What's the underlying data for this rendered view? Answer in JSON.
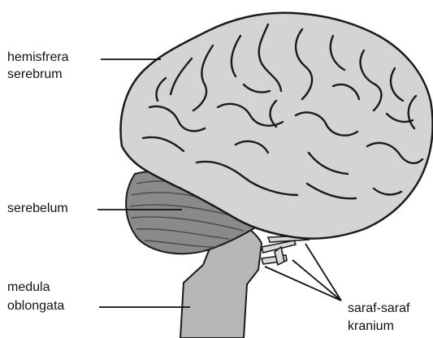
{
  "labels": {
    "hemisphere_line1": "hemisfrera",
    "hemisphere_line2": "serebrum",
    "cerebellum": "serebelum",
    "medulla_line1": "medula",
    "medulla_line2": "oblongata",
    "nerves_line1": "saraf-saraf",
    "nerves_line2": "kranium"
  },
  "colors": {
    "cerebrum": "#d4d4d4",
    "cerebellum": "#8a8a8a",
    "brainstem": "#b7b7b7",
    "outline": "#1a1a1a"
  }
}
